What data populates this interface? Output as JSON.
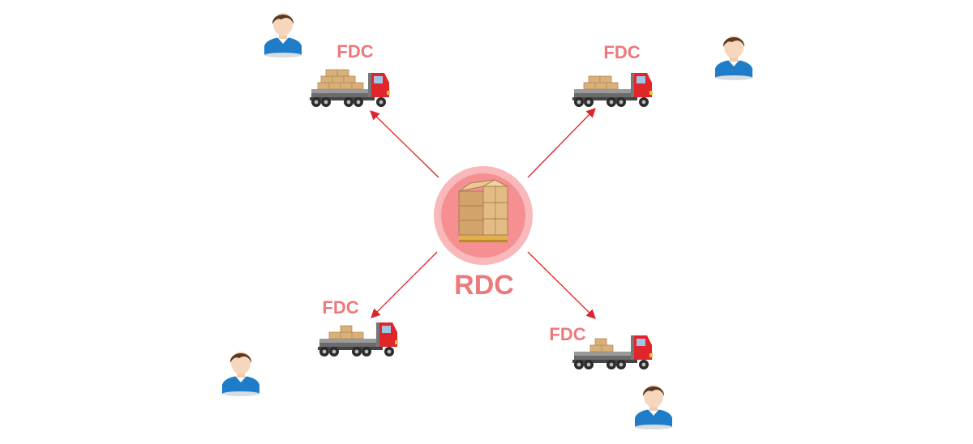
{
  "center": {
    "label": "RDC",
    "icon": "pallet-boxes-icon",
    "ring_color": "#f6a7a9",
    "fill_color": "#f58f92"
  },
  "nodes": [
    {
      "id": "fdc-top-left",
      "label": "FDC",
      "icon": "flatbed-truck-icon",
      "cargo": "boxes-full"
    },
    {
      "id": "fdc-top-right",
      "label": "FDC",
      "icon": "flatbed-truck-icon",
      "cargo": "boxes-medium"
    },
    {
      "id": "fdc-bottom-left",
      "label": "FDC",
      "icon": "flatbed-truck-icon",
      "cargo": "boxes-small"
    },
    {
      "id": "fdc-bottom-right",
      "label": "FDC",
      "icon": "flatbed-truck-icon",
      "cargo": "boxes-small"
    }
  ],
  "customers": [
    {
      "id": "customer-top-left",
      "icon": "person-icon"
    },
    {
      "id": "customer-top-right",
      "icon": "person-icon"
    },
    {
      "id": "customer-bottom-left",
      "icon": "person-icon"
    },
    {
      "id": "customer-bottom-right",
      "icon": "person-icon"
    }
  ],
  "colors": {
    "label": "#ec7a7c",
    "arrow": "#d9262b",
    "truck_cab": "#e0262b",
    "box": "#d9b07a",
    "person_shirt": "#1f7cc8",
    "person_hair": "#5a3a22",
    "person_skin": "#f6d7bd"
  }
}
